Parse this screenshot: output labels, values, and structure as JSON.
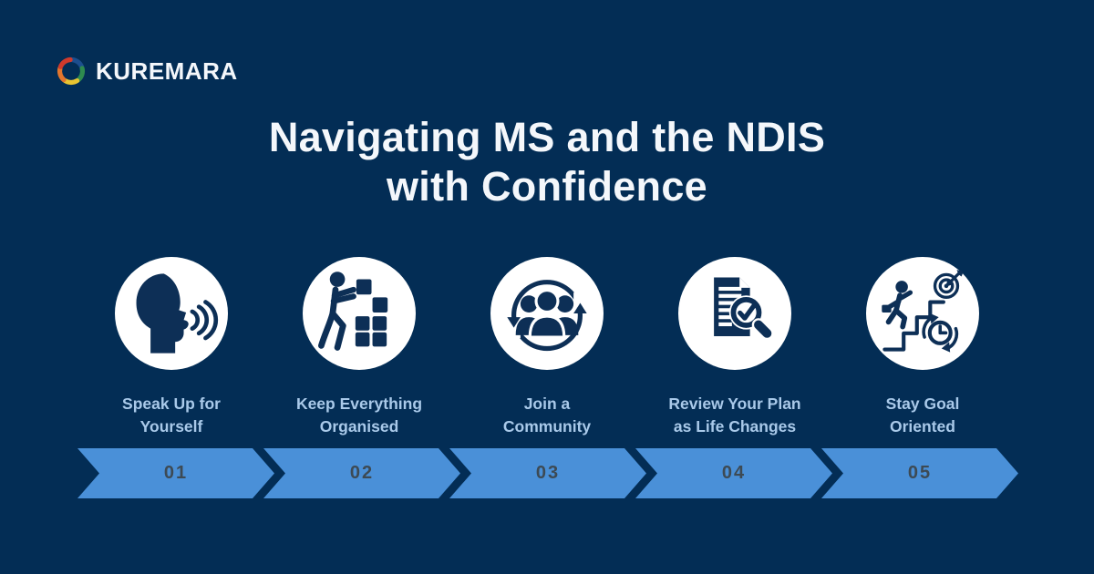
{
  "page": {
    "background": "#032d55"
  },
  "brand": {
    "name": "KUREMARA",
    "logo_icon": "aperture-swirl-icon"
  },
  "title": {
    "text": "Navigating MS and the NDIS\nwith Confidence"
  },
  "steps": [
    {
      "number": "01",
      "label": "Speak Up for\nYourself",
      "icon": "speaking-head-icon"
    },
    {
      "number": "02",
      "label": "Keep Everything\nOrganised",
      "icon": "person-stacking-boxes-icon"
    },
    {
      "number": "03",
      "label": "Join a\nCommunity",
      "icon": "community-cycle-icon"
    },
    {
      "number": "04",
      "label": "Review Your Plan\nas Life Changes",
      "icon": "document-check-magnifier-icon"
    },
    {
      "number": "05",
      "label": "Stay Goal\nOriented",
      "icon": "stairs-goal-target-icon"
    }
  ],
  "colors": {
    "background": "#032d55",
    "title": "#f4f7fb",
    "label": "#a9c9e9",
    "chevron": "#4a90d8",
    "number": "#3d4a54",
    "icon_navy": "#0d2f56",
    "circle": "#ffffff",
    "logo_red": "#d03a2c",
    "logo_blue": "#1d4e8e",
    "logo_green": "#2e8b4f",
    "logo_yellow": "#e9c431",
    "logo_orange": "#e2762d"
  }
}
